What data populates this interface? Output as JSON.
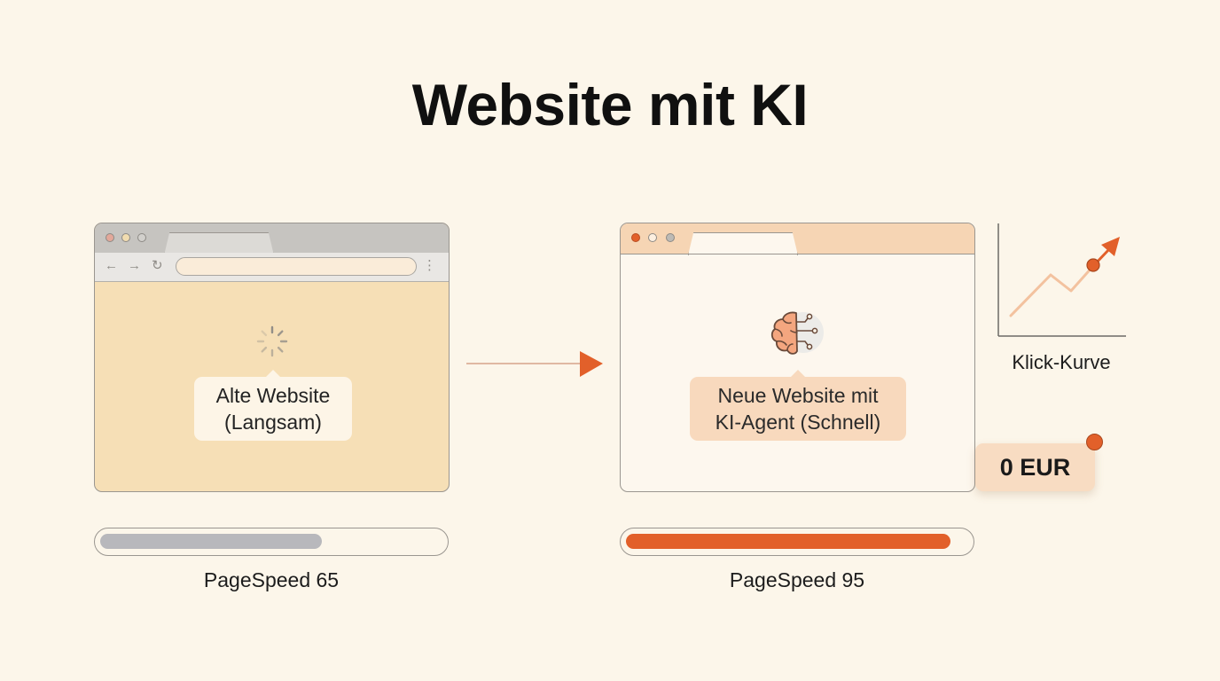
{
  "title": "Website mit KI",
  "old_site": {
    "bubble_line1": "Alte Website",
    "bubble_line2": "(Langsam)",
    "pagespeed_label": "PageSpeed 65",
    "pagespeed_value": 65
  },
  "new_site": {
    "bubble_line1": "Neue Website mit",
    "bubble_line2": "KI-Agent (Schnell)",
    "pagespeed_label": "PageSpeed 95",
    "pagespeed_value": 95
  },
  "click_curve_label": "Klick-Kurve",
  "price_badge": "0 EUR",
  "icons": {
    "loading": "loading-spinner-icon",
    "ai": "brain-circuit-icon",
    "flow": "arrow-right-icon",
    "trend": "trend-up-icon",
    "back": "←",
    "forward": "→",
    "reload": "↻",
    "menu": "⋮"
  },
  "colors": {
    "accent": "#e2602a",
    "old_bar": "#b8b8bc",
    "old_window": "#f6dfb6",
    "new_titlebar": "#f6d5b4"
  }
}
